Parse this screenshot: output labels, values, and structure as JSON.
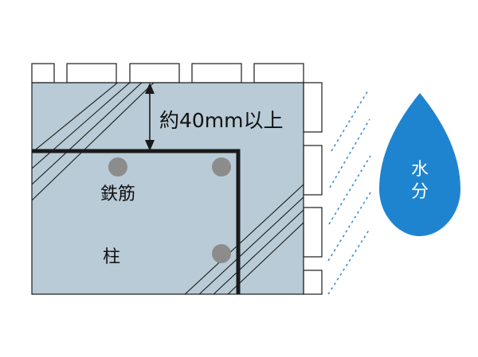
{
  "labels": {
    "cover_depth": "約40mm以上",
    "rebar": "鉄筋",
    "column": "柱",
    "water_line1": "水",
    "water_line2": "分"
  },
  "colors": {
    "concrete": "#b8cbd6",
    "outline": "#1a1a1a",
    "rebar_line": "#1a1a1a",
    "rebar_dot": "#8c8c8c",
    "hatch": "#1a1a1a",
    "rain": "#3f8fd0",
    "water_drop": "#1f84d0"
  }
}
